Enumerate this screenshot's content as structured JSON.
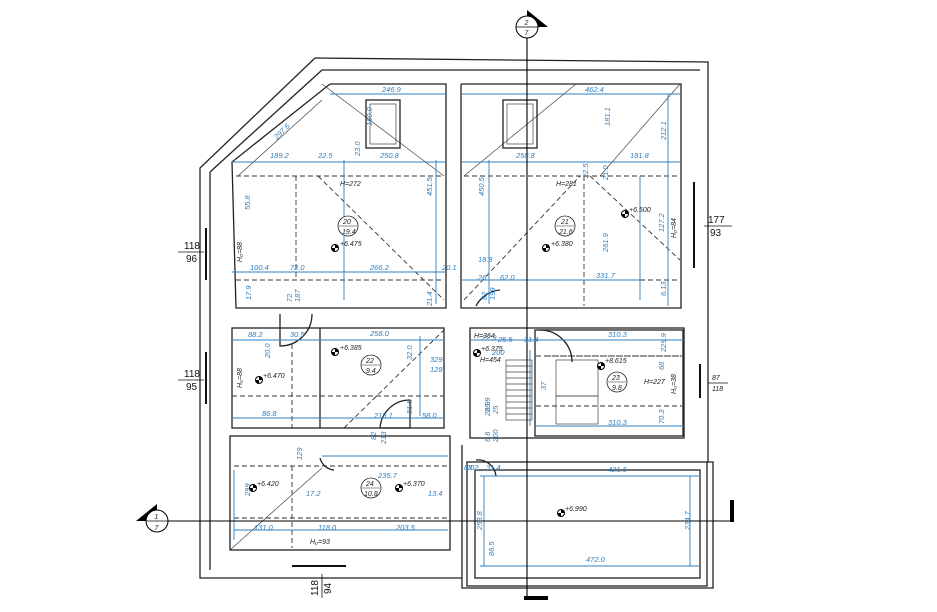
{
  "section_markers": {
    "top": {
      "num": "2",
      "sheet": "7"
    },
    "left": {
      "num": "1",
      "sheet": "7"
    }
  },
  "windows": [
    {
      "top": "118",
      "bottom": "96"
    },
    {
      "top": "118",
      "bottom": "95"
    },
    {
      "top": "177",
      "bottom": "93"
    },
    {
      "top": "87",
      "bottom": "118"
    },
    {
      "top": "118",
      "bottom": "94"
    }
  ],
  "rooms": [
    {
      "num": "20",
      "area": "19.4"
    },
    {
      "num": "21",
      "area": "21.6"
    },
    {
      "num": "22",
      "area": "9.4"
    },
    {
      "num": "23",
      "area": "9.8"
    },
    {
      "num": "24",
      "area": "10.8"
    }
  ],
  "levels": [
    "+6.475",
    "+6.380",
    "+6.500",
    "+6.385",
    "+6.470",
    "+6.375",
    "+8.615",
    "+6.420",
    "+6.370",
    "+6.990"
  ],
  "heights": [
    "H=272",
    "H=281",
    "H₀=84",
    "H₀=88",
    "H=364",
    "H=454",
    "H=227",
    "H₀=38",
    "H₀=88",
    "H₀=93"
  ],
  "dimensions": [
    "246.9",
    "462.4",
    "297.6",
    "160.0",
    "23.0",
    "250.8",
    "181.1",
    "212.1",
    "189.2",
    "22.5",
    "258.8",
    "181.8",
    "55.8",
    "22.5",
    "451.5",
    "450.5",
    "21.0",
    "127.2",
    "100.4",
    "72.0",
    "266.2",
    "20.1",
    "261.9",
    "331.7",
    "18.8",
    "26",
    "62.0",
    "17.9",
    "72",
    "187",
    "21.4",
    "82",
    "199",
    "6.13",
    "88.2",
    "30.5",
    "258.0",
    "310.3",
    "32.0",
    "329",
    "128",
    "20.0",
    "25.5",
    "22.9",
    "200",
    "31.4",
    "37",
    "229.9",
    "68",
    "86.8",
    "215.1",
    "81.5",
    "58.0",
    "26.9",
    "25",
    "310.3",
    "26.9",
    "70.3",
    "82",
    "213",
    "6.6",
    "200",
    "83.2",
    "129",
    "235.7",
    "20",
    "31.4",
    "421.6",
    "299",
    "17.2",
    "13.4",
    "234.7",
    "131.0",
    "118.0",
    "203.5",
    "253.8",
    "86.5",
    "472.0"
  ]
}
